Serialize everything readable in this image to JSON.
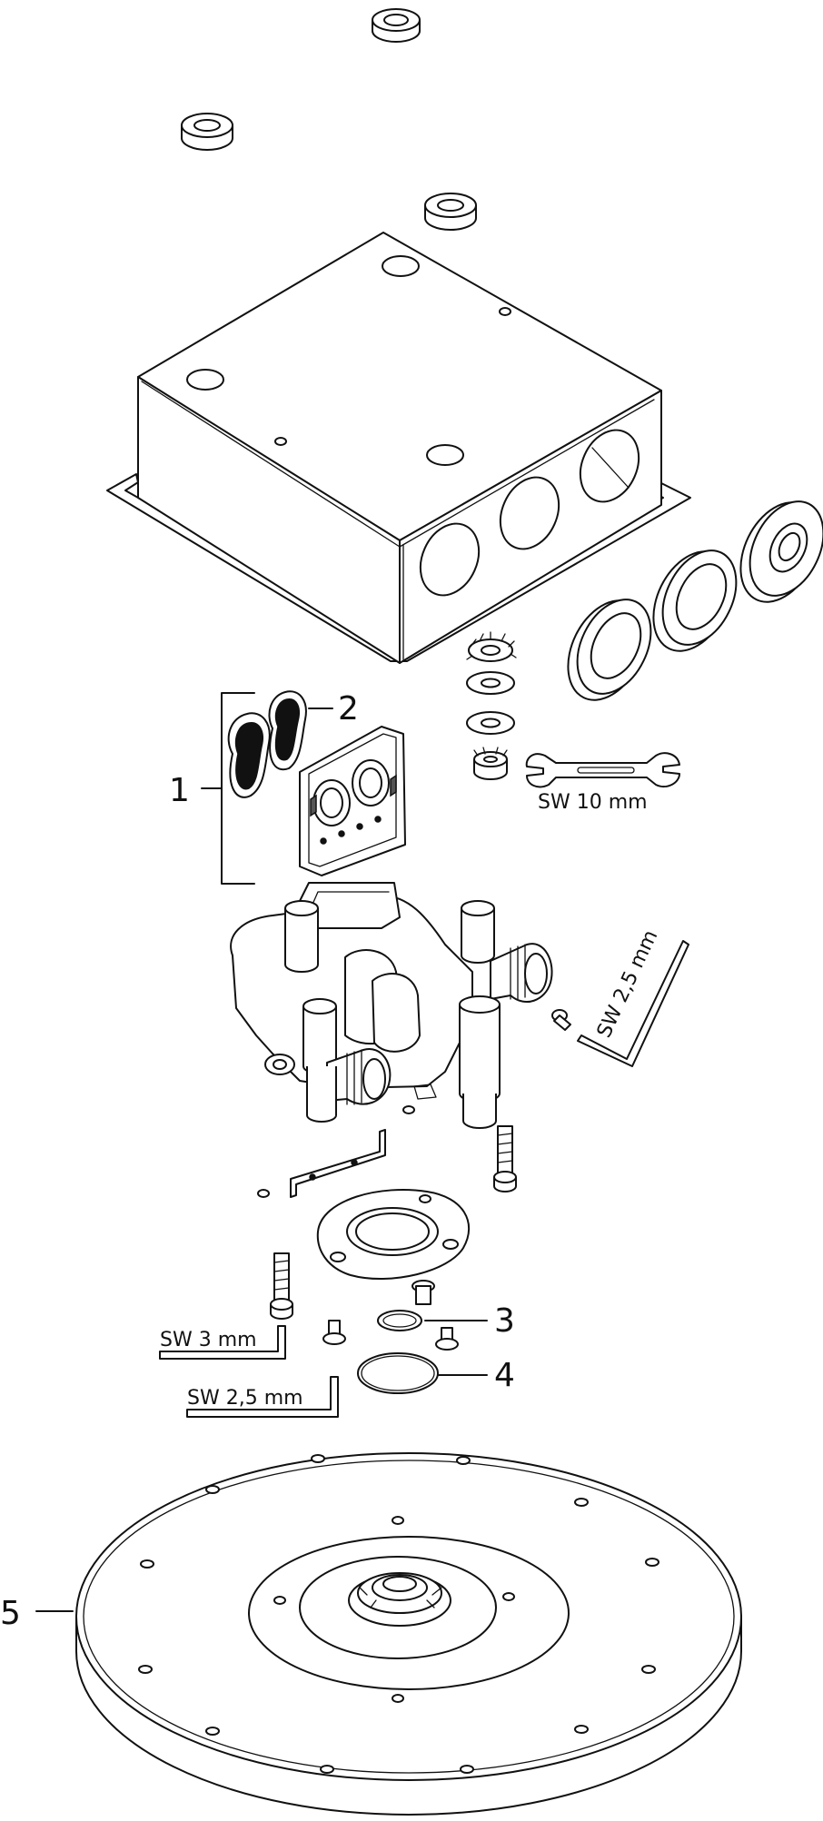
{
  "callouts": [
    {
      "number": "1"
    },
    {
      "number": "2"
    },
    {
      "number": "3"
    },
    {
      "number": "4"
    },
    {
      "number": "5"
    }
  ],
  "tools": [
    {
      "label": "SW 10 mm"
    },
    {
      "label": "SW 2,5 mm"
    },
    {
      "label": "SW 3 mm"
    },
    {
      "label": "SW 2,5 mm"
    }
  ]
}
